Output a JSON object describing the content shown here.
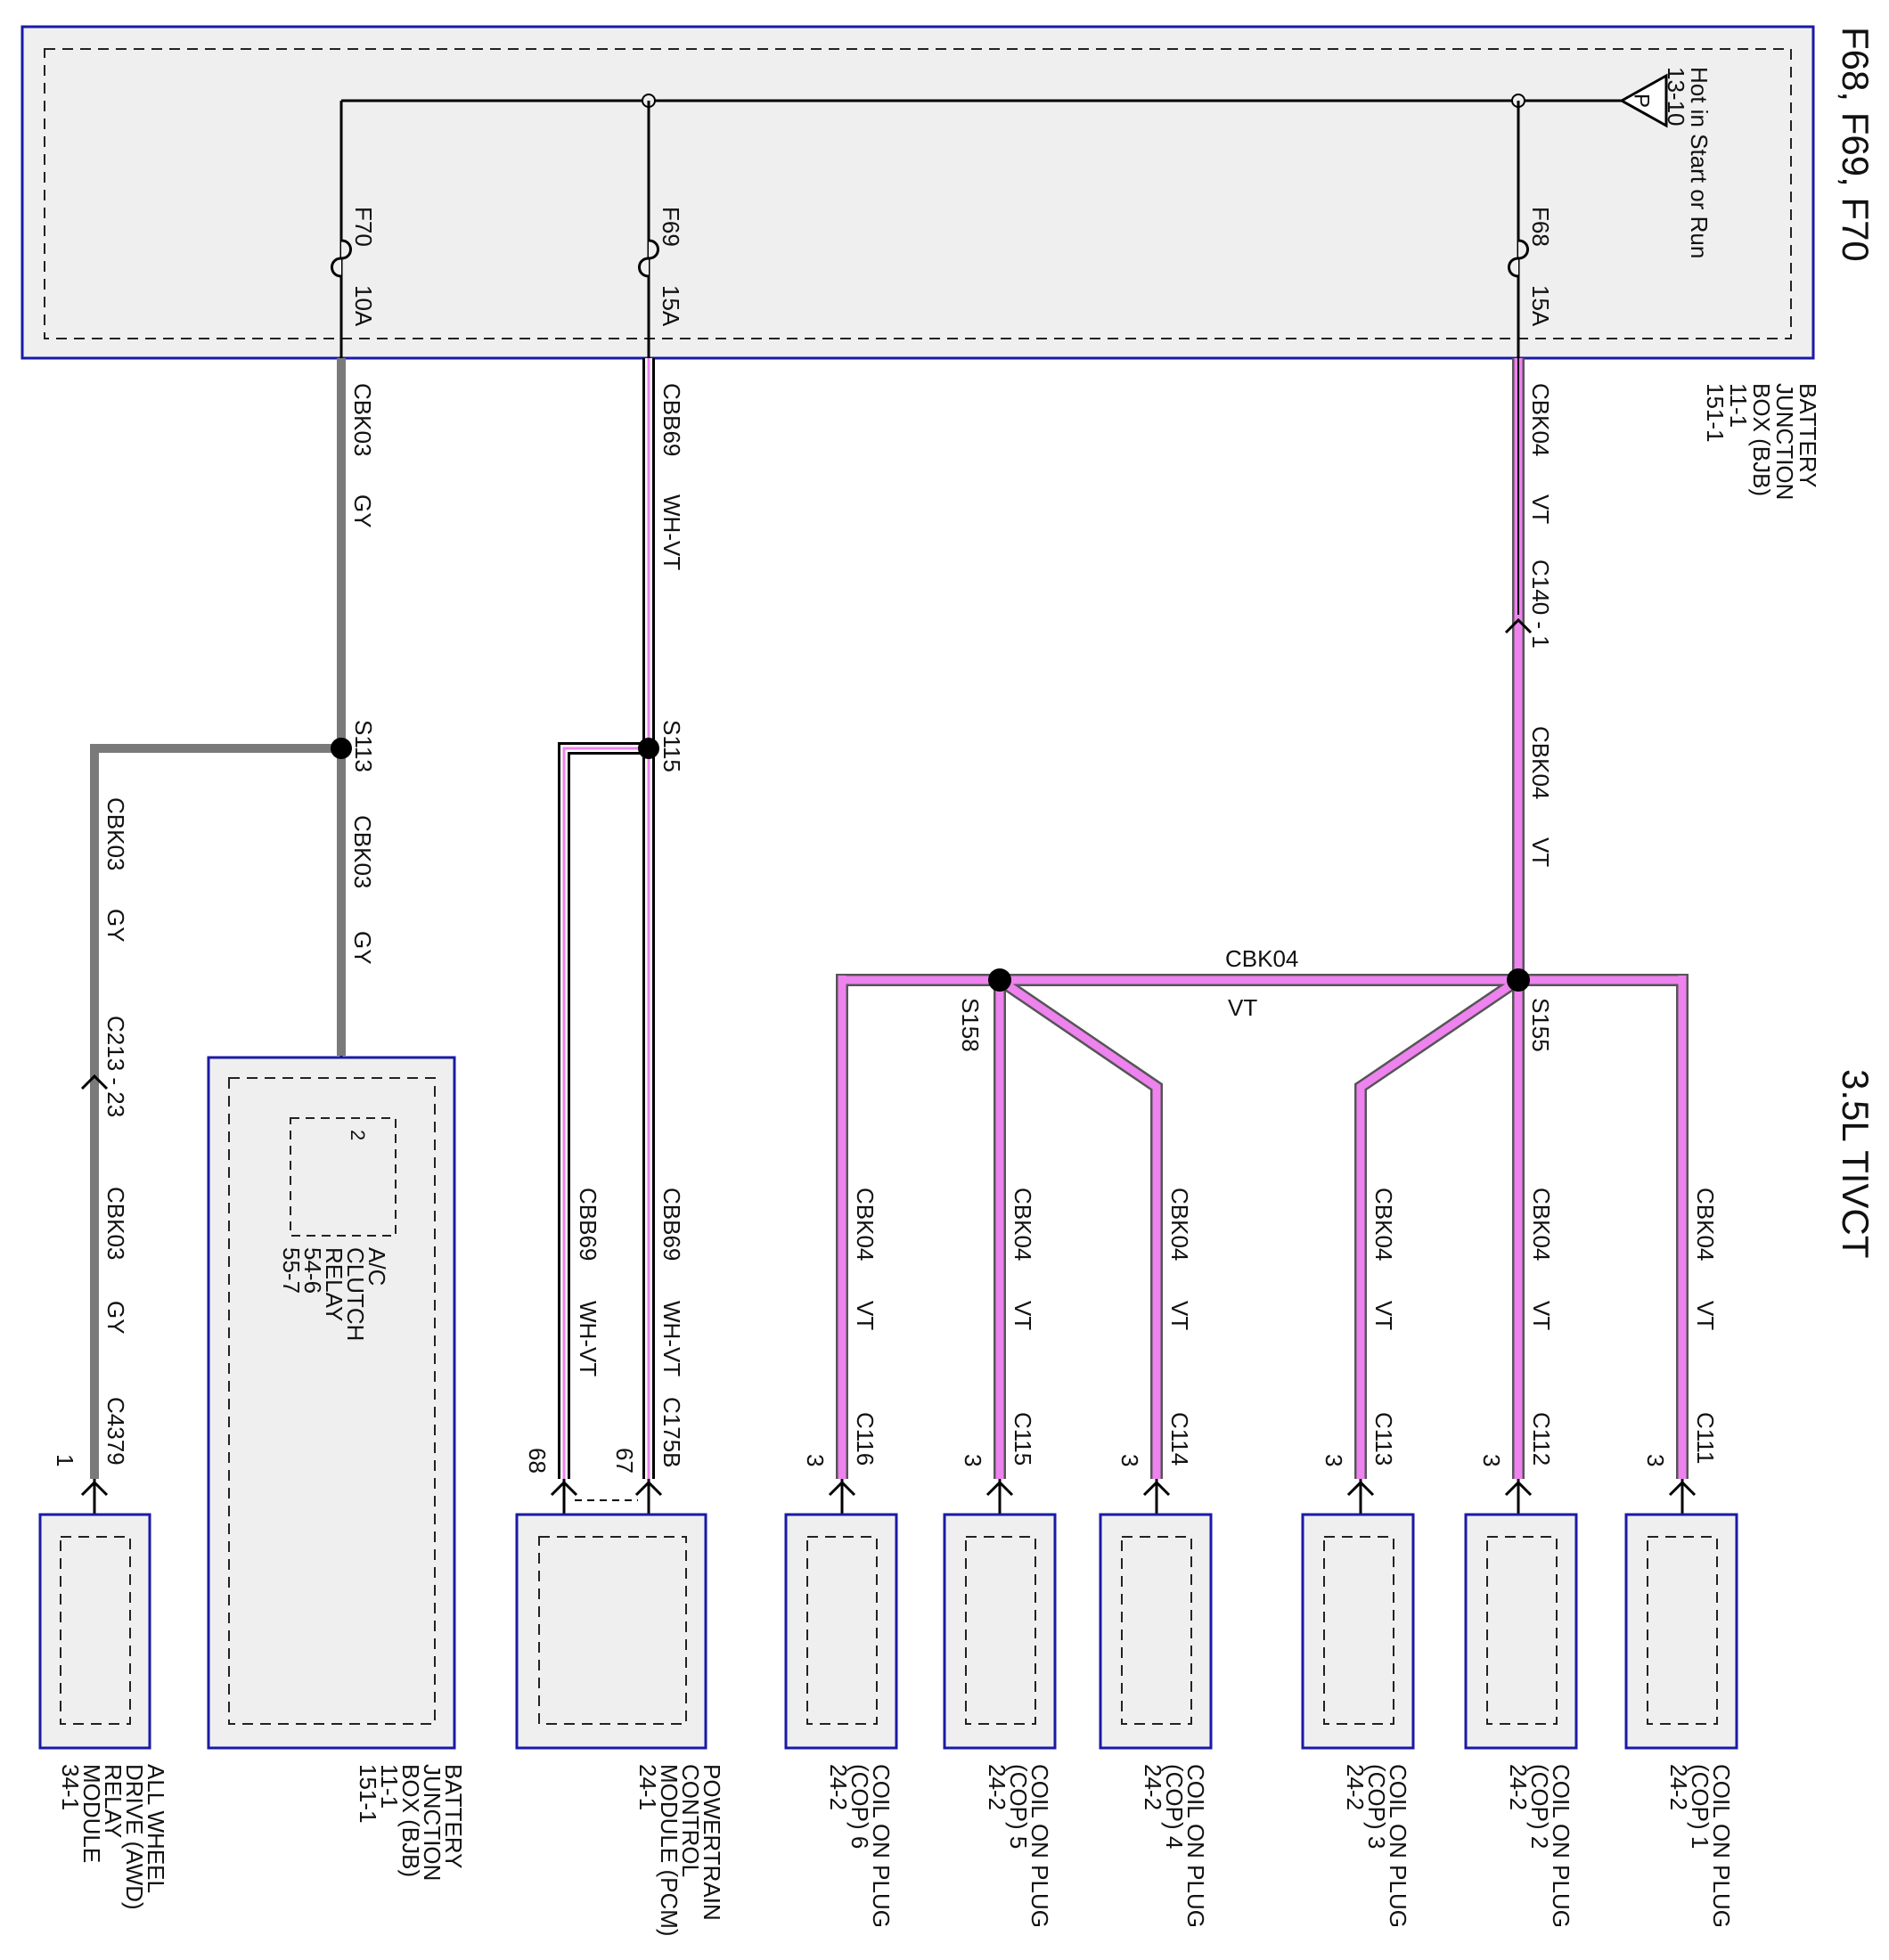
{
  "page_title": "F68, F69, F70",
  "engine_label": "3.5L TIVCT",
  "colors": {
    "gray_wire": "#7a7a7a",
    "violet_wire": "#ee82ee",
    "box_border": "#1a1aa6",
    "box_fill": "#efefef"
  },
  "bjb_top": {
    "name": "BATTERY JUNCTION BOX (BJB)",
    "lines": [
      "BATTERY",
      "JUNCTION",
      "BOX (BJB)",
      "11-1",
      "151-1"
    ],
    "source_mark": "P",
    "source_lines": [
      "Hot in Start or Run",
      "13-10"
    ]
  },
  "fuses": [
    {
      "id": "F68",
      "rating": "15A"
    },
    {
      "id": "F69",
      "rating": "15A"
    },
    {
      "id": "F70",
      "rating": "10A"
    }
  ],
  "wires": {
    "gy_circuit": "CBK03",
    "gy_color": "GY",
    "whvt_circuit": "CBB69",
    "whvt_color": "WH-VT",
    "vt_circuit": "CBK04",
    "vt_color": "VT"
  },
  "connectors": {
    "c140": "C140 - 1",
    "c213": "C213 - 23",
    "c4379": "C4379",
    "c4379_pin": "1",
    "c175b": "C175B",
    "pcm_pin_a": "67",
    "pcm_pin_b": "68",
    "ac_pin": "2",
    "cop_pin": "3"
  },
  "splices": {
    "s113": "S113",
    "s115": "S115",
    "s155": "S155",
    "s158": "S158"
  },
  "components": {
    "awd": [
      "ALL WHEEL",
      "DRIVE (AWD)",
      "RELAY",
      "MODULE",
      "34-1"
    ],
    "bjb_bottom": [
      "BATTERY",
      "JUNCTION",
      "BOX (BJB)",
      "11-1",
      "151-1"
    ],
    "ac_relay": [
      "A/C",
      "CLUTCH",
      "RELAY",
      "54-6",
      "55-7"
    ],
    "pcm": [
      "POWERTRAIN",
      "CONTROL",
      "MODULE (PCM)",
      "24-1"
    ]
  },
  "coils": [
    {
      "connector": "C116",
      "lines": [
        "COIL ON PLUG",
        "(COP) 6",
        "24-2"
      ]
    },
    {
      "connector": "C115",
      "lines": [
        "COIL ON PLUG",
        "(COP) 5",
        "24-2"
      ]
    },
    {
      "connector": "C114",
      "lines": [
        "COIL ON PLUG",
        "(COP) 4",
        "24-2"
      ]
    },
    {
      "connector": "C113",
      "lines": [
        "COIL ON PLUG",
        "(COP) 3",
        "24-2"
      ]
    },
    {
      "connector": "C112",
      "lines": [
        "COIL ON PLUG",
        "(COP) 2",
        "24-2"
      ]
    },
    {
      "connector": "C111",
      "lines": [
        "COIL ON PLUG",
        "(COP) 1",
        "24-2"
      ]
    }
  ]
}
